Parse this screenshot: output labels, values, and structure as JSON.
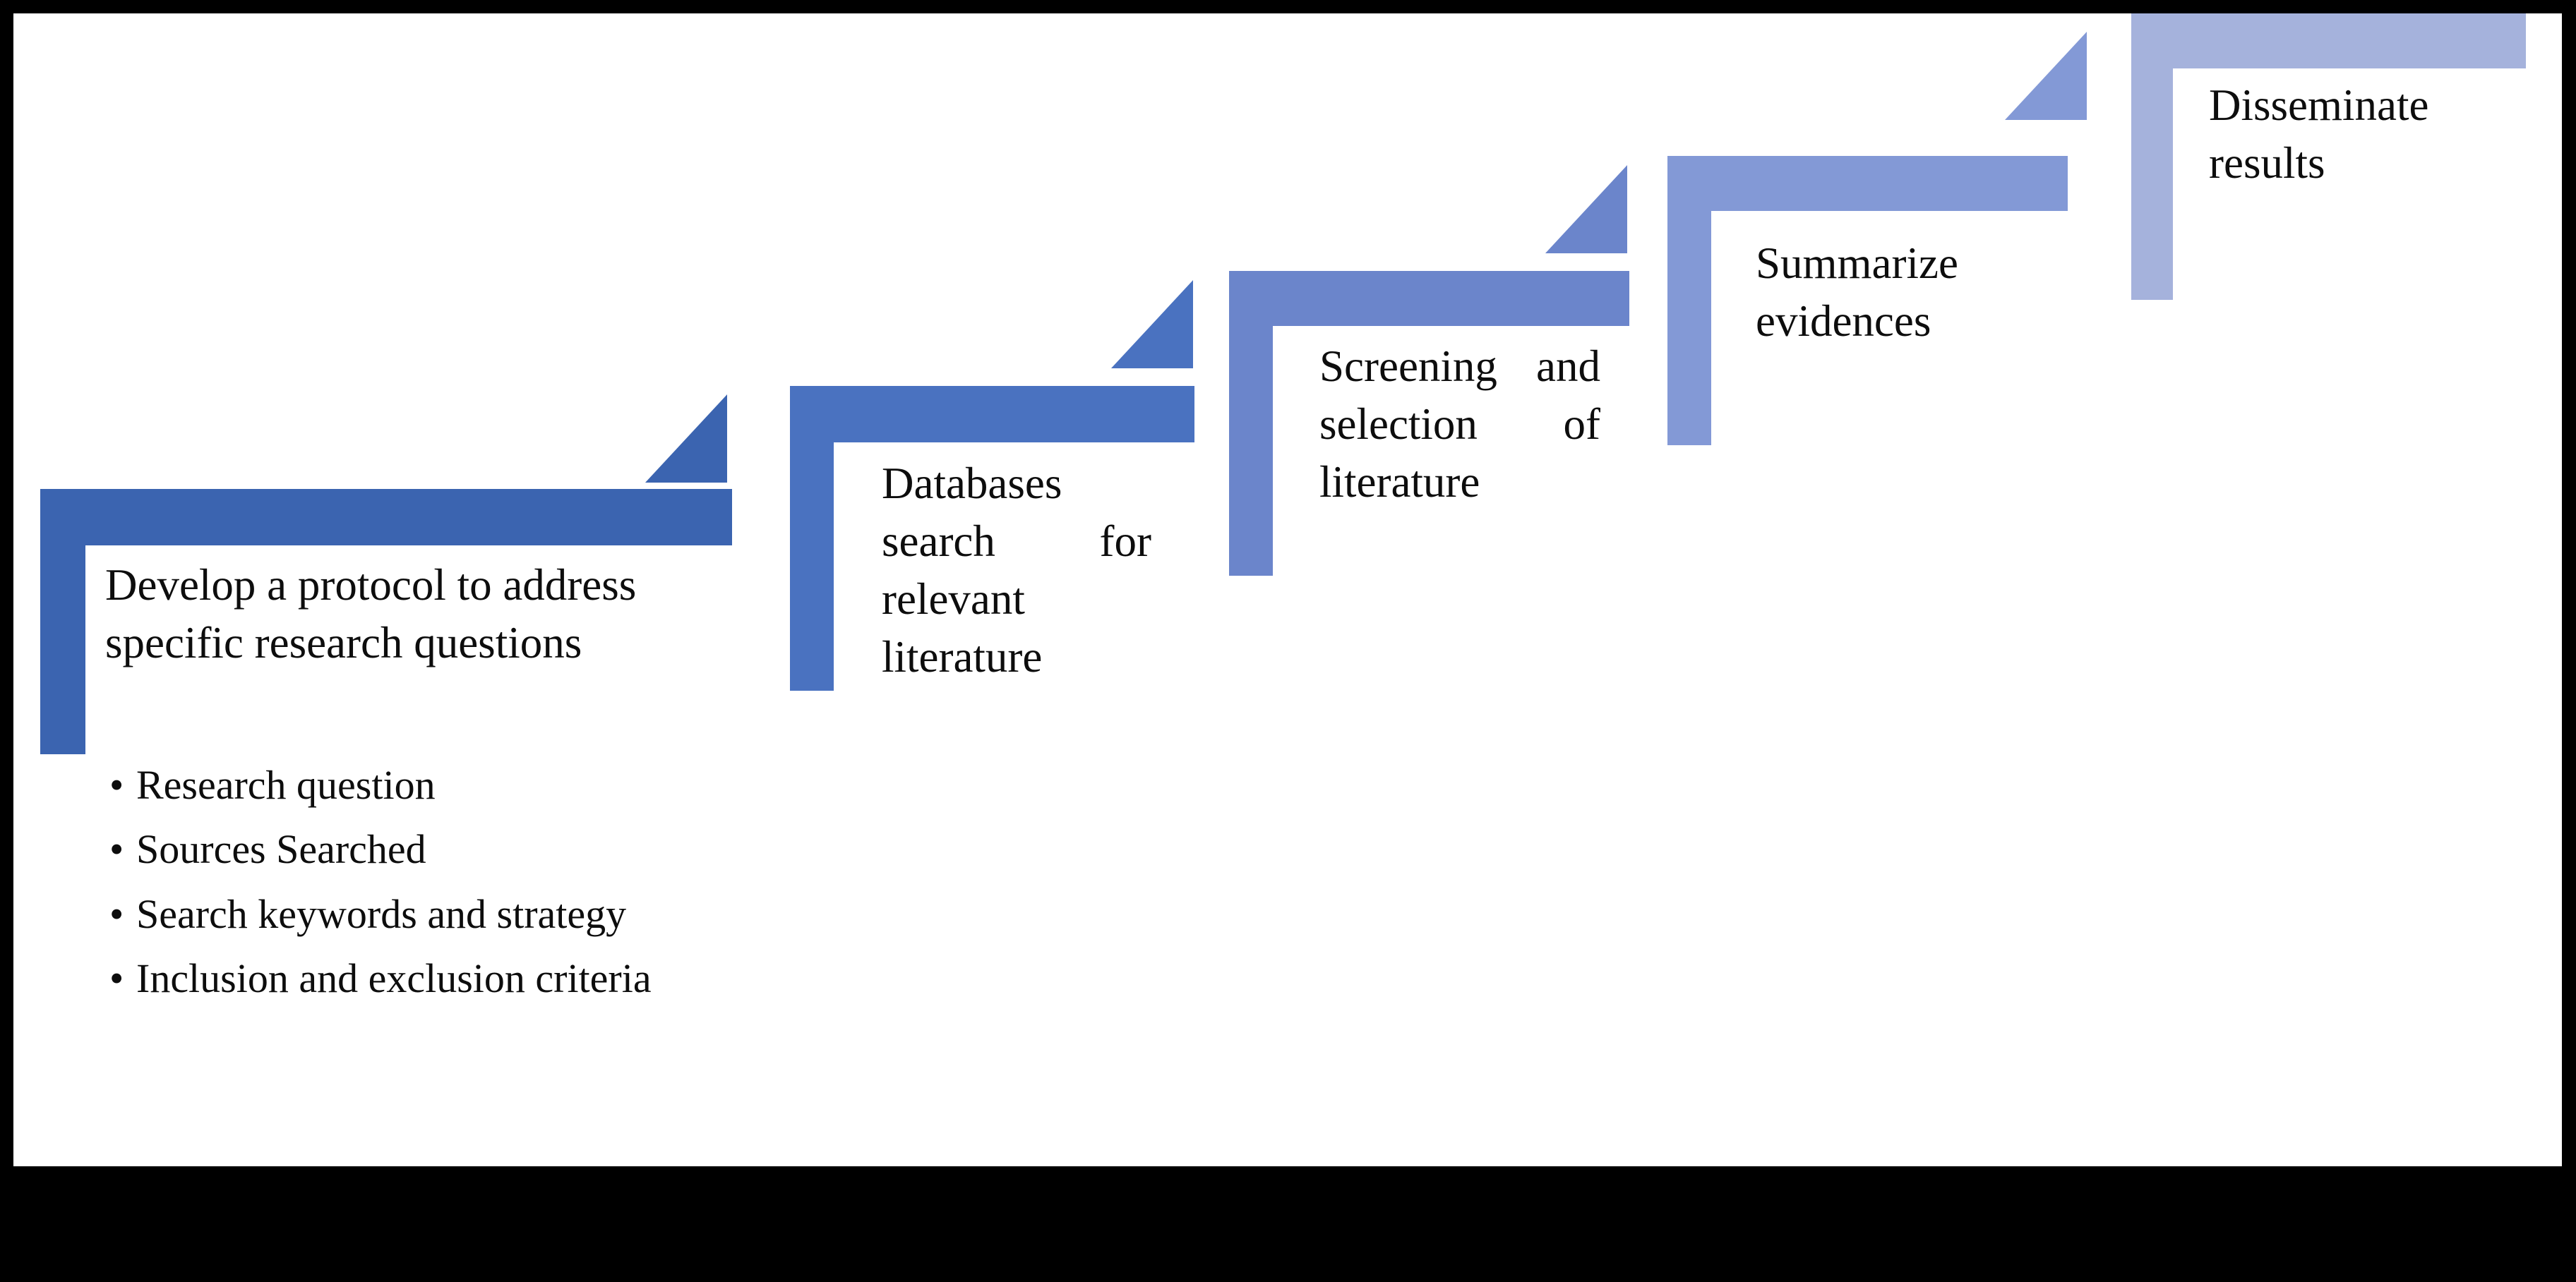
{
  "diagram": {
    "title": "Systematic literature review process staircase",
    "frame": {
      "border_color": "#000000",
      "page_background": "#ffffff"
    },
    "steps": [
      {
        "index": 1,
        "label": "Develop a protocol to address specific research questions",
        "color": "#3B64B0",
        "bullets": [
          "Research question",
          "Sources Searched",
          "Search keywords and strategy",
          "Inclusion and exclusion criteria"
        ]
      },
      {
        "index": 2,
        "label": "Databases search  for relevant literature",
        "color": "#4A72C0",
        "bullets": []
      },
      {
        "index": 3,
        "label": "Screening and selection  of literature",
        "color": "#6B85CB",
        "bullets": []
      },
      {
        "index": 4,
        "label": "Summarize evidences",
        "color": "#8399D6",
        "bullets": []
      },
      {
        "index": 5,
        "label": "Disseminate results",
        "color": "#A5B2DC",
        "bullets": []
      }
    ],
    "bullet_glyph": "•"
  }
}
